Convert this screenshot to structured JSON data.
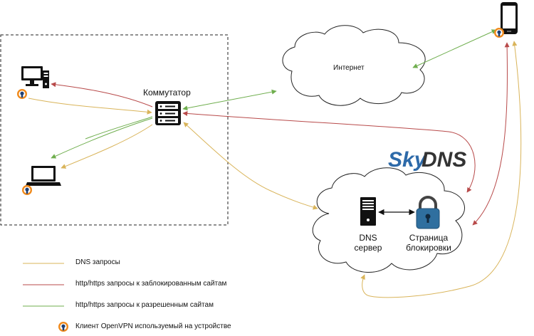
{
  "nodes": {
    "switch_label": "Коммутатор",
    "internet_label": "Интернет",
    "dns_server_label_line1": "DNS",
    "dns_server_label_line2": "сервер",
    "block_page_label_line1": "Страница",
    "block_page_label_line2": "блокировки",
    "logo_text_sky": "Sky",
    "logo_text_dns": "DNS"
  },
  "legend": {
    "dns": "DNS запросы",
    "blocked": "http/https запросы к заблокированным сайтам",
    "allowed": "http/https запросы к разрешенным сайтам",
    "openvpn": "Клиент OpenVPN используемый на устройстве"
  },
  "colors": {
    "dns": "#d9b45a",
    "blocked": "#b84a4a",
    "allowed": "#6fae4e",
    "openvpn_ring": "#f08a1c",
    "openvpn_core": "#1f3f73",
    "logo_blue": "#2d6aa9",
    "logo_dark": "#333333"
  }
}
